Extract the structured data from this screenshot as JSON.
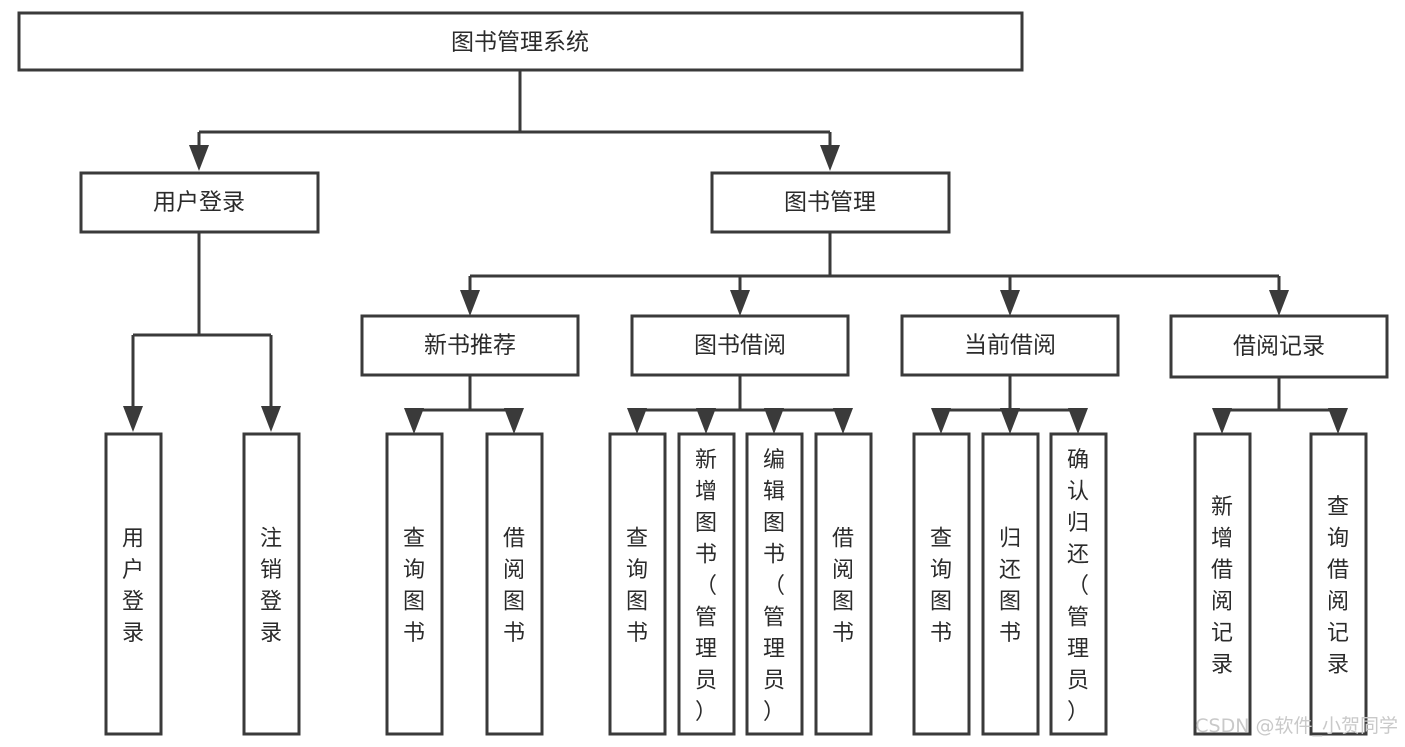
{
  "diagram": {
    "type": "hierarchy-tree",
    "title": "图书管理系统",
    "orientation": "top-down",
    "root": {
      "id": "root",
      "label": "图书管理系统",
      "level": 0
    },
    "level1": [
      {
        "id": "user-login",
        "label": "用户登录",
        "level": 1
      },
      {
        "id": "book-management",
        "label": "图书管理",
        "level": 1
      }
    ],
    "level2": [
      {
        "id": "new-book-recommend",
        "label": "新书推荐",
        "level": 2,
        "parent": "book-management"
      },
      {
        "id": "book-borrow",
        "label": "图书借阅",
        "level": 2,
        "parent": "book-management"
      },
      {
        "id": "current-borrow",
        "label": "当前借阅",
        "level": 2,
        "parent": "book-management"
      },
      {
        "id": "borrow-record",
        "label": "借阅记录",
        "level": 2,
        "parent": "book-management"
      }
    ],
    "leaves": [
      {
        "id": "leaf-user-login",
        "label": "用户登录",
        "parent": "user-login"
      },
      {
        "id": "leaf-logout",
        "label": "注销登录",
        "parent": "user-login"
      },
      {
        "id": "leaf-query-book-1",
        "label": "查询图书",
        "parent": "new-book-recommend"
      },
      {
        "id": "leaf-borrow-book-1",
        "label": "借阅图书",
        "parent": "new-book-recommend"
      },
      {
        "id": "leaf-query-book-2",
        "label": "查询图书",
        "parent": "book-borrow"
      },
      {
        "id": "leaf-add-book",
        "label": "新增图书（管理员）",
        "parent": "book-borrow"
      },
      {
        "id": "leaf-edit-book",
        "label": "编辑图书（管理员）",
        "parent": "book-borrow"
      },
      {
        "id": "leaf-borrow-book-2",
        "label": "借阅图书",
        "parent": "book-borrow"
      },
      {
        "id": "leaf-query-book-3",
        "label": "查询图书",
        "parent": "current-borrow"
      },
      {
        "id": "leaf-return-book",
        "label": "归还图书",
        "parent": "current-borrow"
      },
      {
        "id": "leaf-confirm-return",
        "label": "确认归还（管理员）",
        "parent": "current-borrow"
      },
      {
        "id": "leaf-add-record",
        "label": "新增借阅记录",
        "parent": "borrow-record"
      },
      {
        "id": "leaf-query-record",
        "label": "查询借阅记录",
        "parent": "borrow-record"
      }
    ],
    "colors": {
      "box_fill": "#ffffff",
      "box_stroke": "#3a3a3a",
      "text": "#2b2b2b",
      "connector": "#3a3a3a",
      "background": "#ffffff",
      "watermark": "#c9c9c9"
    }
  },
  "watermark": {
    "label": "CSDN @软件_小贺同学"
  }
}
